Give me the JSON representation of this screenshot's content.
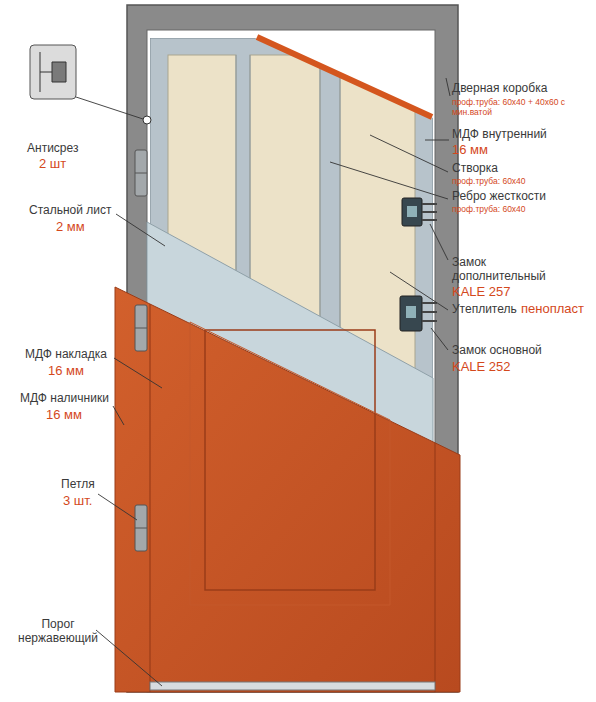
{
  "diagram": {
    "labels": [
      "Антисрез",
      "2 шт",
      "Дверная коробка",
      "проф.труба: 60х40 + 40х60 с мин.ватой",
      "МДФ внутренний",
      "16 мм",
      "Створка",
      "проф.труба: 60х40",
      "Ребро жесткости",
      "проф.труба: 60х40",
      "Стальной лист",
      "2 мм",
      "Замок дополнительный",
      "KALE 257",
      "Утеплитель",
      "пенопласт",
      "Замок основной",
      "KALE 252",
      "МДФ накладка",
      "16 мм",
      "МДФ наличники",
      "16 мм",
      "Петля",
      "3 шт.",
      "Порог нержавеющий"
    ]
  }
}
